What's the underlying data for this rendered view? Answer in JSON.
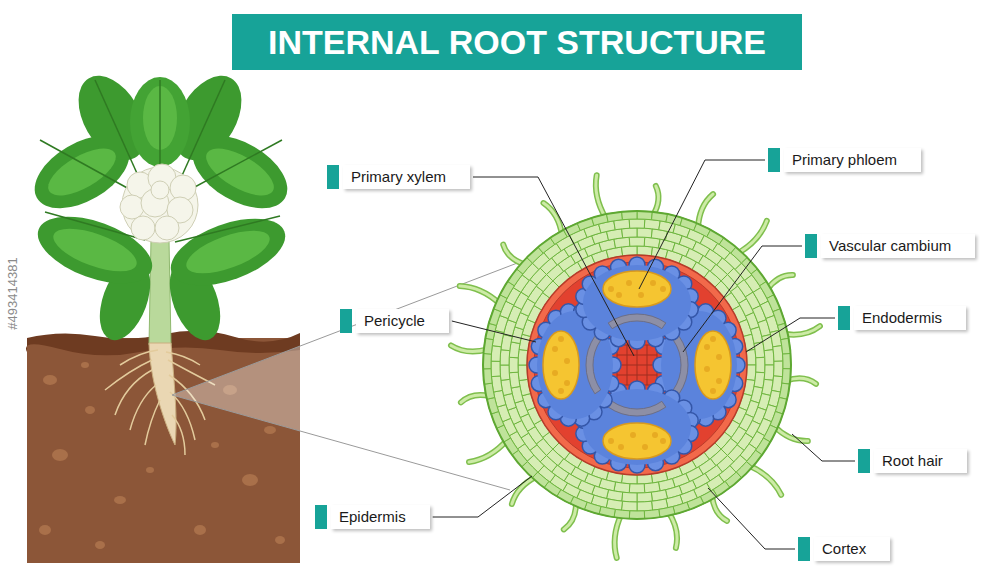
{
  "diagram": {
    "title": "INTERNAL ROOT STRUCTURE",
    "labels": [
      "Primary xylem",
      "Primary phloem",
      "Vascular cambium",
      "Pericycle",
      "Endodermis",
      "Root hair",
      "Epidermis",
      "Cortex",
      "#493414381"
    ]
  }
}
